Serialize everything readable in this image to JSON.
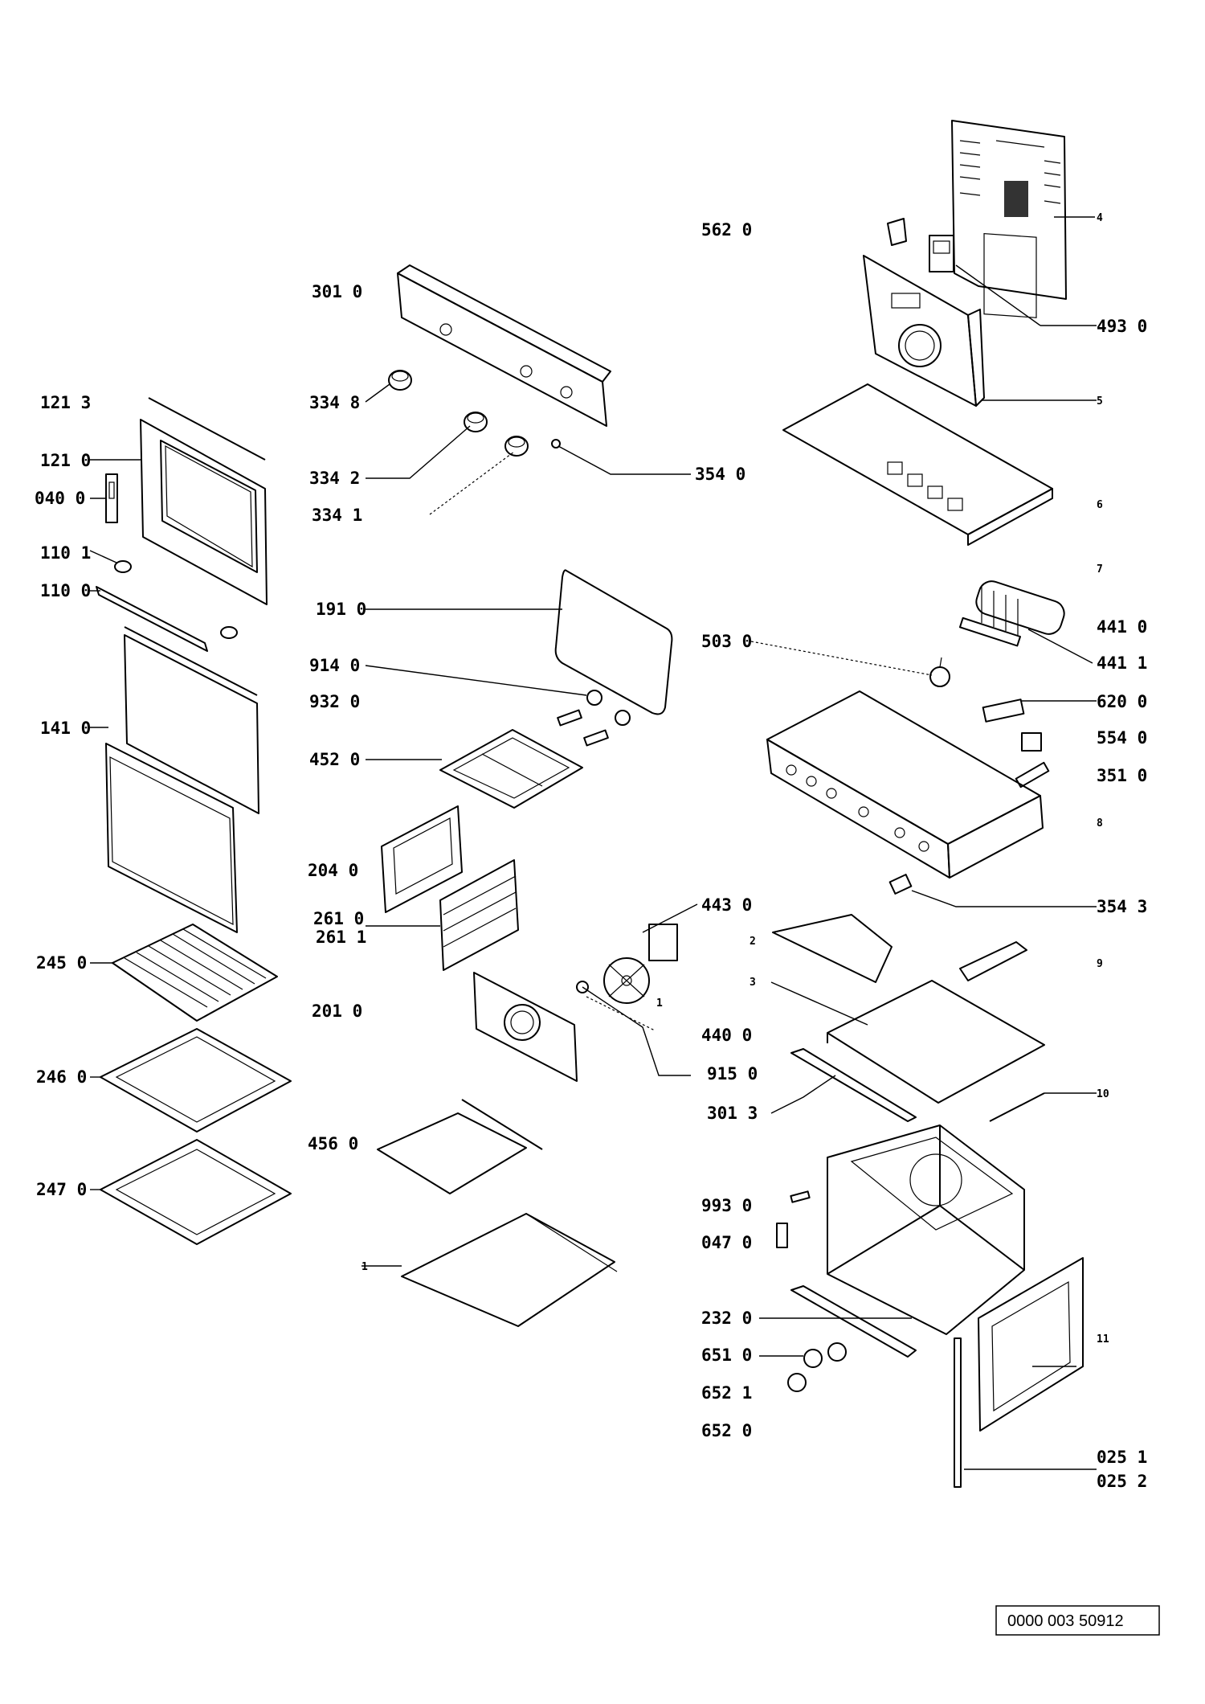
{
  "labels": {
    "l5620": "562 0",
    "l3010": "301 0",
    "l4930": "493 0",
    "l1213": "121 3",
    "l3348": "334 8",
    "l1210": "121 0",
    "l0400": "040 0",
    "l3342": "334 2",
    "l3540": "354 0",
    "l3341": "334 1",
    "l1101": "110 1",
    "l1100": "110 0",
    "l1910": "191 0",
    "l4410": "441 0",
    "l4411": "441 1",
    "l5030": "503 0",
    "l9140": "914 0",
    "l9320": "932 0",
    "l6200": "620 0",
    "l1410": "141 0",
    "l4520": "452 0",
    "l5540": "554 0",
    "l3510": "351 0",
    "l2040": "204 0",
    "l3543": "354 3",
    "l4430": "443 0",
    "l2610": "261 0",
    "l2611": "261 1",
    "l2450": "245 0",
    "l2010": "201 0",
    "l4400": "440 0",
    "l9150": "915 0",
    "l2460": "246 0",
    "l3013": "301 3",
    "l4560": "456 0",
    "l2470": "247 0",
    "l9930": "993 0",
    "l0470": "047 0",
    "l2320": "232 0",
    "l6510": "651 0",
    "l6521": "652 1",
    "l6520": "652 0",
    "l0251": "025 1",
    "l0252": "025 2"
  },
  "refs": {
    "r4": "4",
    "r5": "5",
    "r6": "6",
    "r7": "7",
    "r8": "8",
    "r9": "9",
    "r10": "10",
    "r11": "11",
    "r2": "2",
    "r3": "3",
    "r1a": "1",
    "r1b": "1"
  },
  "document_number": "0000 003 50912"
}
